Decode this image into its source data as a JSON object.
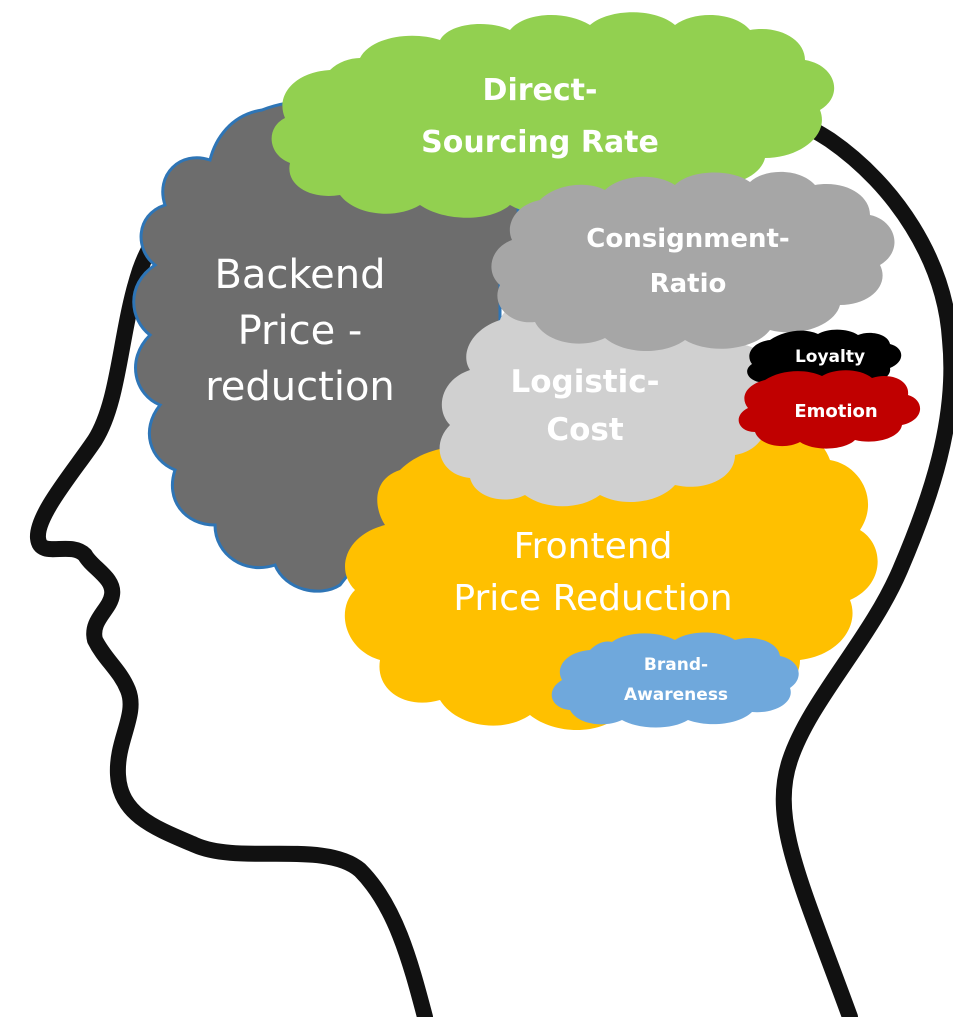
{
  "clouds": [
    {
      "id": "backend",
      "lines": [
        "Backend",
        "Price -",
        "reduction"
      ],
      "fill": "#6d6d6d",
      "stroke": "#2e75b6",
      "text_color": "#ffffff"
    },
    {
      "id": "direct",
      "lines": [
        "Direct-",
        "Sourcing Rate"
      ],
      "fill": "#92d050",
      "stroke": "none",
      "text_color": "#ffffff"
    },
    {
      "id": "consignment",
      "lines": [
        "Consignment-",
        "Ratio"
      ],
      "fill": "#a6a6a6",
      "stroke": "none",
      "text_color": "#ffffff"
    },
    {
      "id": "logistic",
      "lines": [
        "Logistic-",
        "Cost"
      ],
      "fill": "#d0d0d0",
      "stroke": "none",
      "text_color": "#ffffff"
    },
    {
      "id": "loyalty",
      "lines": [
        "Loyalty"
      ],
      "fill": "#000000",
      "stroke": "none",
      "text_color": "#ffffff"
    },
    {
      "id": "emotion",
      "lines": [
        "Emotion"
      ],
      "fill": "#c00000",
      "stroke": "none",
      "text_color": "#ffffff"
    },
    {
      "id": "frontend",
      "lines": [
        "Frontend",
        "Price Reduction"
      ],
      "fill": "#ffc000",
      "stroke": "none",
      "text_color": "#ffffff"
    },
    {
      "id": "brand",
      "lines": [
        "Brand-",
        "Awareness"
      ],
      "fill": "#6fa8dc",
      "stroke": "none",
      "text_color": "#ffffff"
    }
  ],
  "colors": {
    "head_outline": "#111111",
    "background": "#ffffff"
  }
}
